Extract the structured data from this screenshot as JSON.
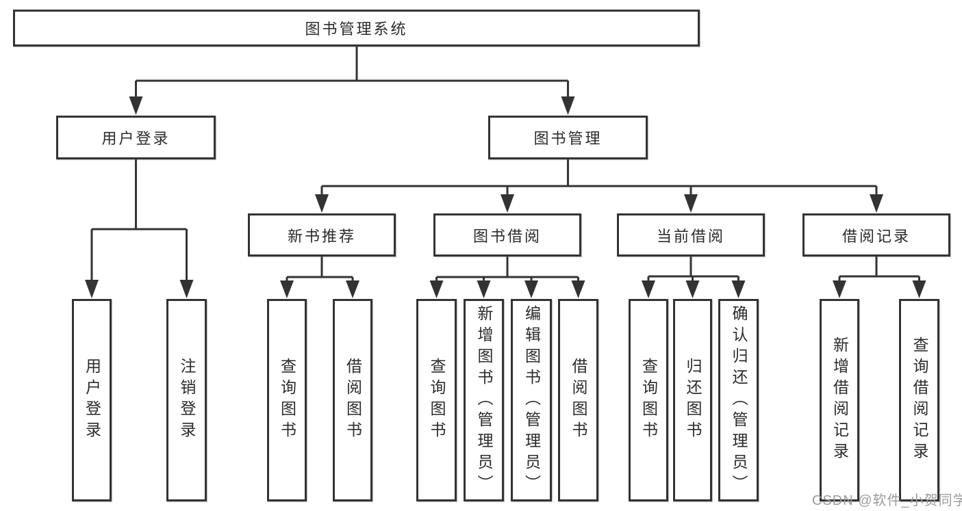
{
  "root": {
    "label": "图书管理系统"
  },
  "branches": {
    "user_login": {
      "label": "用户登录",
      "children": {
        "login": {
          "label": "用户登录"
        },
        "logout": {
          "label": "注销登录"
        }
      }
    },
    "book_mgmt": {
      "label": "图书管理",
      "sections": {
        "new_book": {
          "label": "新书推荐",
          "children": {
            "query": {
              "label": "查询图书"
            },
            "borrow": {
              "label": "借阅图书"
            }
          }
        },
        "book_borrow": {
          "label": "图书借阅",
          "children": {
            "query": {
              "label": "查询图书"
            },
            "add": {
              "label": "新增图书（管理员）"
            },
            "edit": {
              "label": "编辑图书（管理员）"
            },
            "borrow": {
              "label": "借阅图书"
            }
          }
        },
        "current_borrow": {
          "label": "当前借阅",
          "children": {
            "query": {
              "label": "查询图书"
            },
            "return": {
              "label": "归还图书"
            },
            "confirm": {
              "label": "确认归还（管理员）"
            }
          }
        },
        "borrow_record": {
          "label": "借阅记录",
          "children": {
            "add": {
              "label": "新增借阅记录"
            },
            "query": {
              "label": "查询借阅记录"
            }
          }
        }
      }
    }
  },
  "watermark": {
    "text": "CSDN @软件_小贺同学"
  },
  "colors": {
    "line": "#333333",
    "border": "#333333",
    "text": "#2b2b2b",
    "background": "#ffffff",
    "watermark": "#9b9b9b"
  }
}
